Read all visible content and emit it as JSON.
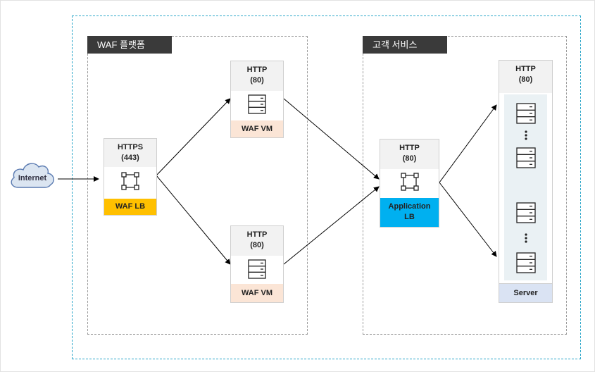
{
  "regions": {
    "waf_platform": "WAF 플랫폼",
    "customer_service": "고객 서비스"
  },
  "internet": {
    "label": "Internet"
  },
  "waf_lb": {
    "protocol": "HTTPS",
    "port": "(443)",
    "label": "WAF LB",
    "color": "#ffc000"
  },
  "waf_vm_top": {
    "protocol": "HTTP",
    "port": "(80)",
    "label": "WAF VM",
    "color": "#fbe5d6"
  },
  "waf_vm_bottom": {
    "protocol": "HTTP",
    "port": "(80)",
    "label": "WAF VM",
    "color": "#fbe5d6"
  },
  "app_lb": {
    "protocol": "HTTP",
    "port": "(80)",
    "label_line1": "Application",
    "label_line2": "LB",
    "color": "#00b0f0"
  },
  "server_group": {
    "protocol": "HTTP",
    "port": "(80)",
    "label": "Server",
    "color": "#dae3f3"
  },
  "colors": {
    "vpc_border": "#2aa6c9",
    "group_tab": "#3a3a3a",
    "cloud": "#dbe5f1"
  }
}
